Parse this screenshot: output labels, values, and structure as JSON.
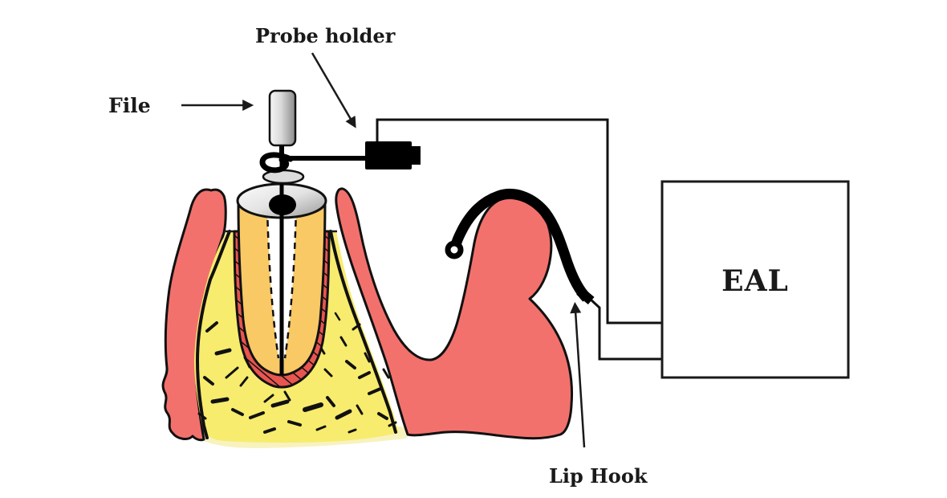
{
  "diagram": {
    "title_meaning": "Electronic apex locator working principle diagram",
    "labels": {
      "probe_holder": "Probe holder",
      "file": "File",
      "lip_hook": "Lip Hook",
      "eal": "EAL"
    },
    "colors": {
      "gum": "#F3716C",
      "ligament": "#E9554F",
      "dentin": "#F9C966",
      "bone": "#F7EC6D",
      "bone_wash": "#F8F2BE",
      "ink": "#1A1A1A",
      "black": "#000000",
      "white": "#FFFFFF"
    }
  }
}
